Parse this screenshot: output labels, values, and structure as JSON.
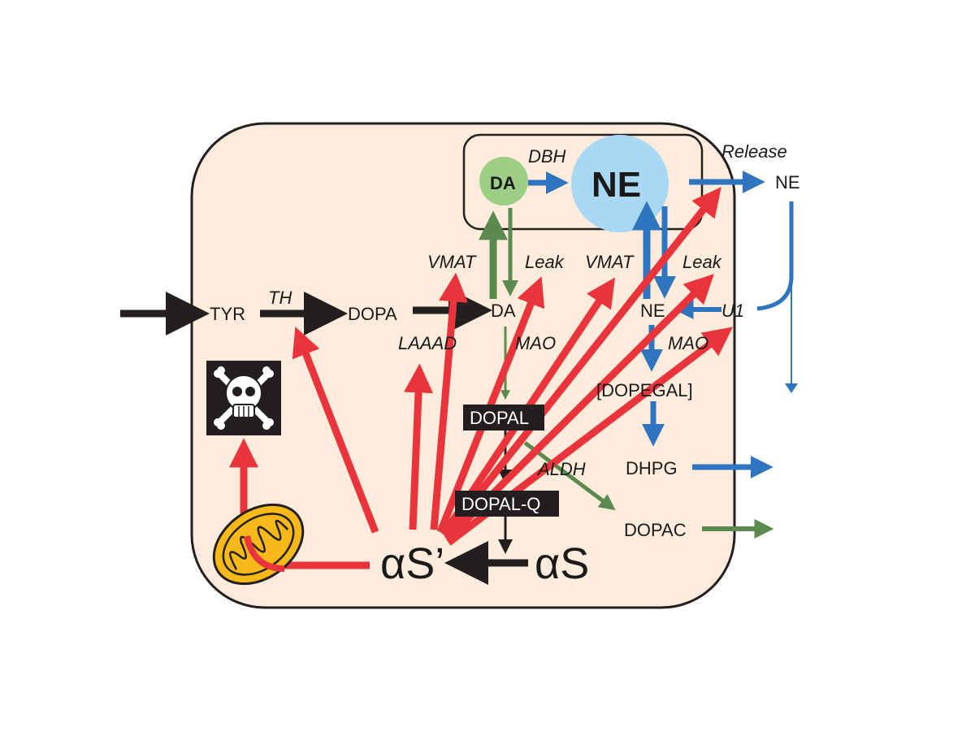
{
  "colors": {
    "cell_fill": "#fdebdc",
    "cell_stroke": "#231f20",
    "black": "#231f20",
    "red": "#e8343a",
    "blue": "#2e74bf",
    "green": "#5a8a4e",
    "da_circle": "#9ccf85",
    "ne_circle": "#a8d8f4",
    "mito_fill": "#f6b919",
    "toxic_box": "#231f20"
  },
  "labels": {
    "tyr": "TYR",
    "th": "TH",
    "dopa": "DOPA",
    "laaad": "LAAAD",
    "da": "DA",
    "vmat_da": "VMAT",
    "leak_da": "Leak",
    "mao_da": "MAO",
    "dopal": "DOPAL",
    "aldh": "ALDH",
    "dopal_q": "DOPAL-Q",
    "dopac": "DOPAC",
    "alpha_s_prime": "αS’",
    "alpha_s": "αS",
    "vesicle_da": "DA",
    "dbh": "DBH",
    "vesicle_ne": "NE",
    "release": "Release",
    "ne_out": "NE",
    "vmat_ne": "VMAT",
    "leak_ne": "Leak",
    "ne_cyto": "NE",
    "u1": "U1",
    "mao_ne": "MAO",
    "dopegal": "[DOPEGAL]",
    "dhpg": "DHPG"
  },
  "icons": {
    "skull": "skull-crossbones-icon",
    "mitochondrion": "mitochondrion-icon"
  }
}
